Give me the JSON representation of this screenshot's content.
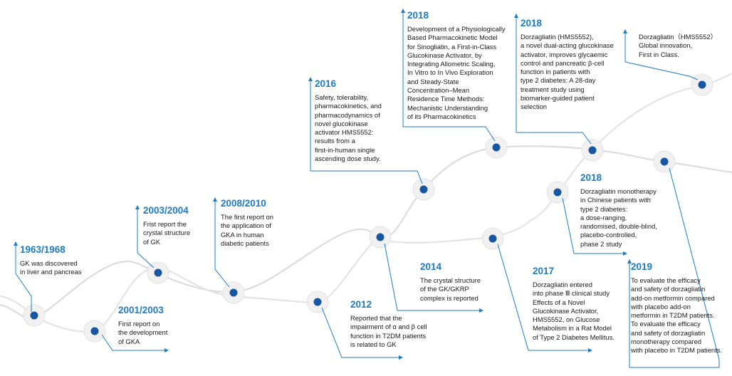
{
  "colors": {
    "accent": "#1e7cc4",
    "node_fill": "#1756a0",
    "curve": "#dcdcdc",
    "text": "#1a1a1a"
  },
  "events": [
    {
      "id": "1963",
      "year": "1963/1968",
      "text": "GK was discovered\n in liver and pancreas"
    },
    {
      "id": "2001",
      "year": "2001/2003",
      "text": "First report on\nthe development\nof GKA"
    },
    {
      "id": "2003",
      "year": "2003/2004",
      "text": "Frist report the\ncrystal structure\nof GK"
    },
    {
      "id": "2008",
      "year": "2008/2010",
      "text": "The first report on\nthe application of\nGKA in human\ndiabetic patients"
    },
    {
      "id": "2012",
      "year": "2012",
      "text": "Reported that the\nimpairment of α and β cell\nfunction in T2DM patients\nis related to GK"
    },
    {
      "id": "2014",
      "year": "2014",
      "text": "The crystal structure\nof the GK/GKRP\ncomplex is reported"
    },
    {
      "id": "2016",
      "year": "2016",
      "text": "Safety, tolerability,\npharmacokinetics, and\npharmacodynamics of\nnovel glucokinase\nactivator HMS5552:\nresults from a\nfirst-in-human single\nascending dose study."
    },
    {
      "id": "2018a",
      "year": "2018",
      "text": "Development of a Physiologically\nBased Pharmacokinetic Model\nfor Sinogliatin, a First-in-Class\nGlucokinase Activator, by\nIntegrating Allometric Scaling,\nIn Vitro to In Vivo Exploration\nand Steady-State\nConcentration–Mean\nResidence Time Methods:\nMechanistic Understanding\nof its Pharmacokinetics"
    },
    {
      "id": "2018b",
      "year": "2018",
      "text": "Dorzagliatin (HMS5552),\na novel dual-acting glucokinase\nactivator, improves glycaemic\ncontrol and pancreatic β-cell\nfunction in patients with\ntype 2 diabetes: A 28-day\ntreatment study using\nbiomarker-guided patient\nselection"
    },
    {
      "id": "global",
      "year": "",
      "text": "Dorzagliatin（HMS5552）\nGlobal innovation,\nFirst in Class."
    },
    {
      "id": "2018c",
      "year": "2018",
      "text": "Dorzagliatin monotherapy\nin Chinese patients with\ntype 2 diabetes:\na dose-ranging,\nrandomised, double-blind,\nplacebo-controlled,\nphase 2 study"
    },
    {
      "id": "2017",
      "year": "2017",
      "text": "Dorzagliatin entered\ninto phase Ⅲ clinical study\nEffects of a Novel\nGlucokinase Activator,\nHMS5552, on Glucose\nMetabolism in a Rat Model\nof Type 2 Diabetes Mellitus."
    },
    {
      "id": "2019",
      "year": "2019",
      "text": "To evaluate the efficacy\nand safety of dorzagliatin\nadd-on metformin compared\nwith placebo add-on\nmetformin in T2DM patients.\nTo evaluate the efficacy\nand safety of dorzagliatin\nmonotherapy compared\nwith placebo in T2DM patients."
    }
  ]
}
